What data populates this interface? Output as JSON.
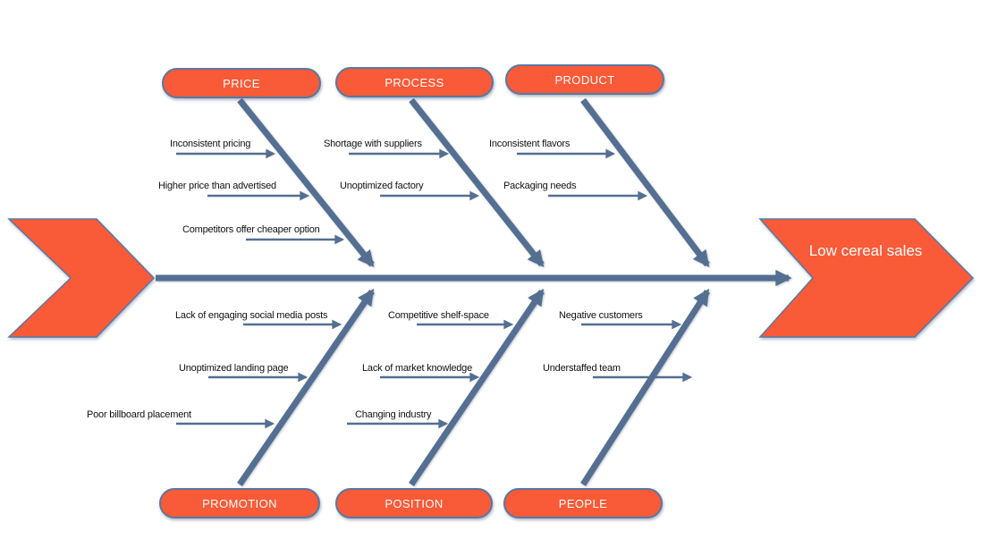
{
  "diagram": {
    "type": "fishbone-cause-effect",
    "effect": {
      "label": "Low cereal sales"
    },
    "categories": {
      "top": [
        {
          "label": "PRICE",
          "causes": [
            "Inconsistent pricing",
            "Higher price than advertised",
            "Competitors offer cheaper option"
          ]
        },
        {
          "label": "PROCESS",
          "causes": [
            "Shortage with suppliers",
            "Unoptimized factory"
          ]
        },
        {
          "label": "PRODUCT",
          "causes": [
            "Inconsistent flavors",
            "Packaging needs"
          ]
        }
      ],
      "bottom": [
        {
          "label": "PROMOTION",
          "causes": [
            "Lack of engaging social media posts",
            "Unoptimized landing page",
            "Poor billboard placement"
          ]
        },
        {
          "label": "POSITION",
          "causes": [
            "Competitive shelf-space",
            "Lack of market knowledge",
            "Changing industry"
          ]
        },
        {
          "label": "PEOPLE",
          "causes": [
            "Negative customers",
            "Understaffed team"
          ]
        }
      ]
    },
    "colors": {
      "shape_fill": "#F95A37",
      "shape_border": "#5878A3",
      "line": "#546F91",
      "cause_text": "#111111",
      "shape_text": "#FFFFFF",
      "background": "#FFFFFF"
    }
  }
}
